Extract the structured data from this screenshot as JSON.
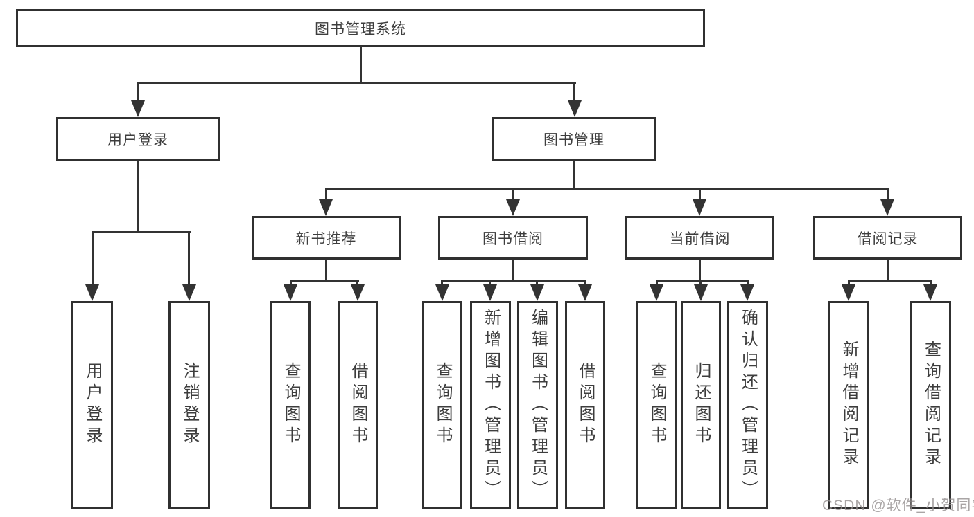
{
  "tree": {
    "label": "图书管理系统",
    "children": [
      {
        "label": "用户登录",
        "children": [
          {
            "label": "用户登录"
          },
          {
            "label": "注销登录"
          }
        ]
      },
      {
        "label": "图书管理",
        "children": [
          {
            "label": "新书推荐",
            "children": [
              {
                "label": "查询图书"
              },
              {
                "label": "借阅图书"
              }
            ]
          },
          {
            "label": "图书借阅",
            "children": [
              {
                "label": "查询图书"
              },
              {
                "label": "新增图书（管理员）"
              },
              {
                "label": "编辑图书（管理员）"
              },
              {
                "label": "借阅图书"
              }
            ]
          },
          {
            "label": "当前借阅",
            "children": [
              {
                "label": "查询图书"
              },
              {
                "label": "归还图书"
              },
              {
                "label": "确认归还（管理员）"
              }
            ]
          },
          {
            "label": "借阅记录",
            "children": [
              {
                "label": "新增借阅记录"
              },
              {
                "label": "查询借阅记录"
              }
            ]
          }
        ]
      }
    ]
  },
  "watermark": {
    "text": "CSDN @软件_小贺同学"
  },
  "colors": {
    "line": "#333333",
    "box_border": "#303030",
    "text": "#3d3d3d",
    "watermark": "#948e8e",
    "background": "#ffffff"
  }
}
